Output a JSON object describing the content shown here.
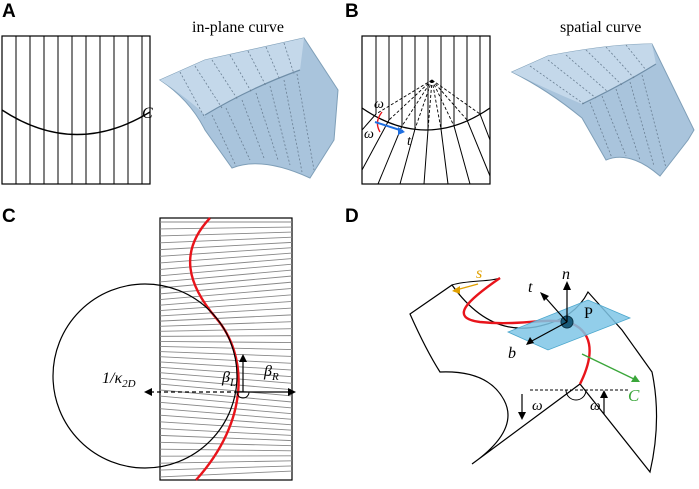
{
  "panels": {
    "a": {
      "letter": "A",
      "caption": "in-plane curve",
      "curve_label": "C"
    },
    "b": {
      "letter": "B",
      "caption": "spatial curve",
      "omega_upper": "ω",
      "omega_lower": "ω",
      "tangent_label": "t"
    },
    "c": {
      "letter": "C",
      "radius_label": "1/κ",
      "radius_subscript": "2D",
      "beta_left": "β",
      "beta_left_subscript": "L",
      "beta_right": "β",
      "beta_right_subscript": "R"
    },
    "d": {
      "letter": "D",
      "s_label": "s",
      "t_label": "t",
      "n_label": "n",
      "b_label": "b",
      "p_label": "P",
      "c_label": "C",
      "omega_left": "ω",
      "omega_right": "ω"
    }
  },
  "colors": {
    "curve_red": "#e8141b",
    "tangent_blue": "#1f6fe0",
    "surface_fill": "#a9c4dc",
    "surface_edge": "#7f9fb8",
    "plane_fill": "#7fc6e6",
    "s_arrow": "#e0a000",
    "c_arrow": "#3aa63a"
  }
}
